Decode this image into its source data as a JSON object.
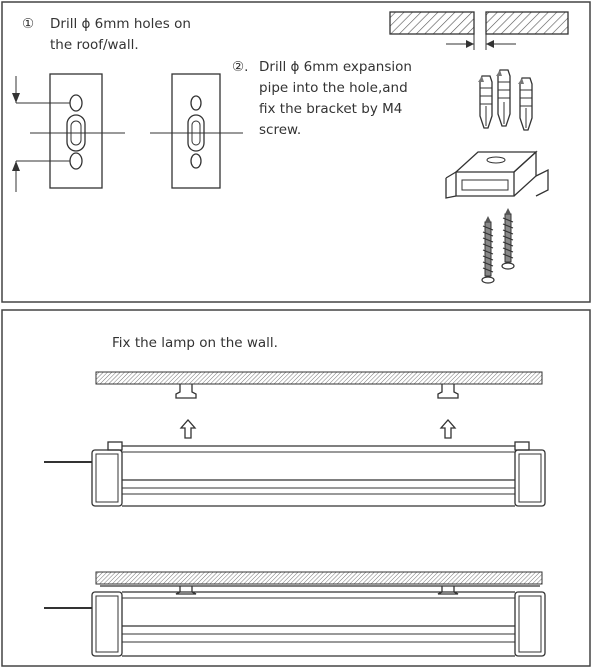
{
  "step1": {
    "marker": "①",
    "line1": "Drill  ϕ 6mm holes on",
    "line2": "the roof/wall."
  },
  "step2": {
    "marker": "②.",
    "line1": "Drill  ϕ 6mm expansion",
    "line2": "pipe into the hole,and",
    "line3": "fix the bracket by M4",
    "line4": "screw."
  },
  "step3": {
    "caption": "Fix the lamp on the wall."
  }
}
